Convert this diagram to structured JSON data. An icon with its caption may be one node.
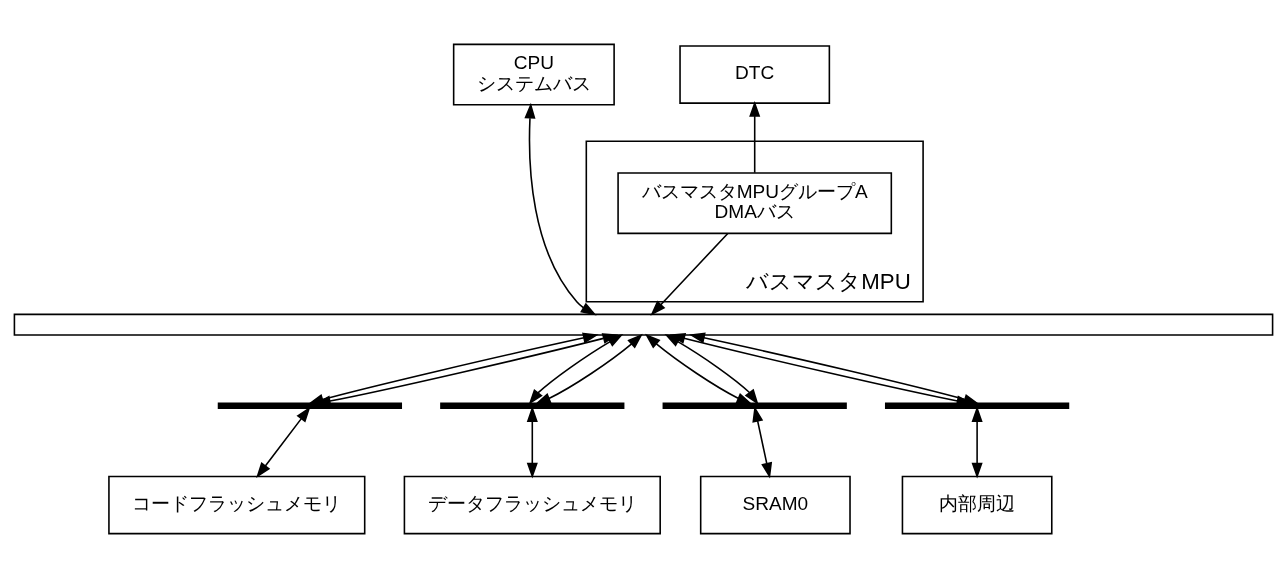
{
  "diagram": {
    "nodes": [
      {
        "text": [
          "CPU",
          "システムバス"
        ]
      },
      {
        "text": [
          "DTC"
        ]
      },
      {
        "text": [
          "バスマスタMPU"
        ]
      },
      {
        "text": [
          "バスマスタMPUグループA",
          "DMAバス"
        ],
        "in": 2
      },
      {
        "text": [],
        "shape": "bar"
      },
      {
        "text": [],
        "shape": "bar"
      },
      {
        "text": [],
        "shape": "bar"
      },
      {
        "text": [],
        "shape": "bar"
      },
      {
        "text": [],
        "shape": "bar"
      },
      {
        "text": [
          "コードフラッシュメモリ"
        ]
      },
      {
        "text": [
          "データフラッシュメモリ"
        ]
      },
      {
        "text": [
          "SRAM0"
        ]
      },
      {
        "text": [
          "内部周辺"
        ]
      }
    ],
    "edges": [
      {
        "from": 0,
        "to": 4,
        "arrow": "both"
      },
      {
        "from": 3,
        "to": 1,
        "arrow": "to"
      },
      {
        "from": 3,
        "to": 4,
        "arrow": "to"
      },
      {
        "from": 4,
        "to": 5,
        "arrow": "both"
      },
      {
        "from": 4,
        "to": 5,
        "arrow": "both"
      },
      {
        "from": 4,
        "to": 6,
        "arrow": "both"
      },
      {
        "from": 4,
        "to": 6,
        "arrow": "both"
      },
      {
        "from": 4,
        "to": 7,
        "arrow": "both"
      },
      {
        "from": 4,
        "to": 7,
        "arrow": "both"
      },
      {
        "from": 4,
        "to": 8,
        "arrow": "both"
      },
      {
        "from": 4,
        "to": 8,
        "arrow": "both"
      },
      {
        "from": 5,
        "to": 9,
        "arrow": "both"
      },
      {
        "from": 6,
        "to": 10,
        "arrow": "both"
      },
      {
        "from": 7,
        "to": 11,
        "arrow": "both"
      },
      {
        "from": 8,
        "to": 12,
        "arrow": "both"
      }
    ]
  }
}
